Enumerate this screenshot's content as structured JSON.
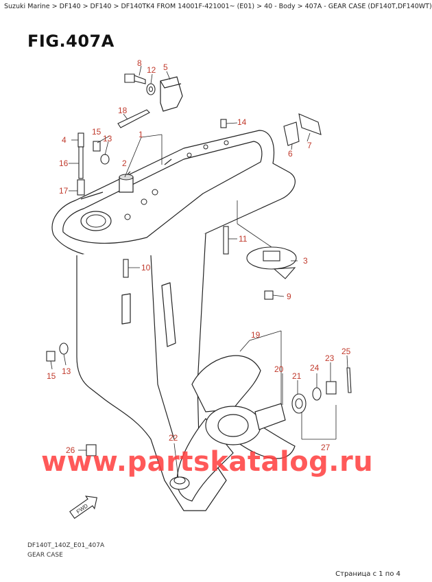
{
  "breadcrumb": {
    "text": "Suzuki Marine > DF140 > DF140 > DF140TK4 FROM 14001F-421001~ (E01) > 40 - Body > 407A - GEAR CASE (DF140T,DF140WT)"
  },
  "figure": {
    "title": "FIG.407A",
    "code": "DF140T_140Z_E01_407A",
    "caption": "GEAR CASE"
  },
  "callouts": {
    "c1": "1",
    "c2": "2",
    "c3": "3",
    "c4": "4",
    "c5": "5",
    "c6": "6",
    "c7": "7",
    "c8": "8",
    "c9": "9",
    "c10": "10",
    "c11": "11",
    "c12": "12",
    "c13a": "13",
    "c13b": "13",
    "c14": "14",
    "c15a": "15",
    "c15b": "15",
    "c16": "16",
    "c17": "17",
    "c18": "18",
    "c19": "19",
    "c20": "20",
    "c21": "21",
    "c22": "22",
    "c23": "23",
    "c24": "24",
    "c25": "25",
    "c26": "26",
    "c27": "27"
  },
  "fwd_mark": "FWD",
  "watermark": "www.partskatalog.ru",
  "pager": "Страница с 1 по 4",
  "colors": {
    "callout": "#c0392b",
    "line": "#222222",
    "watermark": "#ff3c3c"
  }
}
